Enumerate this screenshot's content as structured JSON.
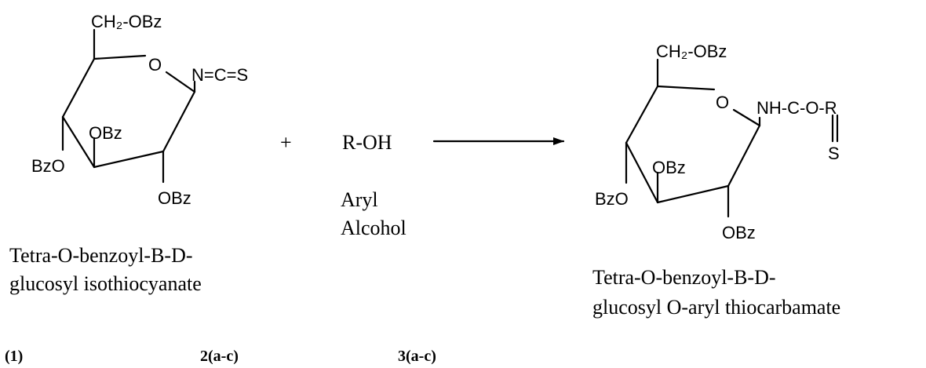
{
  "reactant": {
    "ch2_obz": "CH₂-OBz",
    "ring_o": "O",
    "ncs": "N=C=S",
    "obz_c3": "OBz",
    "bzo_c4": "BzO",
    "obz_c2": "OBz",
    "caption_line1": "Tetra-O-benzoyl-B-D-",
    "caption_line2": "glucosyl isothiocyanate"
  },
  "reagent": {
    "plus": "+",
    "formula": "R-OH",
    "line1": "Aryl",
    "line2": "Alcohol"
  },
  "product": {
    "ch2_obz": "CH₂-OBz",
    "ring_o": "O",
    "nh_c_o_r": "NH-C-O-R",
    "thio_s": "S",
    "obz_c3": "OBz",
    "bzo_c4": "BzO",
    "obz_c2": "OBz",
    "caption_line1": "Tetra-O-benzoyl-B-D-",
    "caption_line2": "glucosyl O-aryl thiocarbamate"
  },
  "compound_labels": {
    "reactant": "(1)",
    "reagent": "2(a-c)",
    "product": "3(a-c)"
  }
}
